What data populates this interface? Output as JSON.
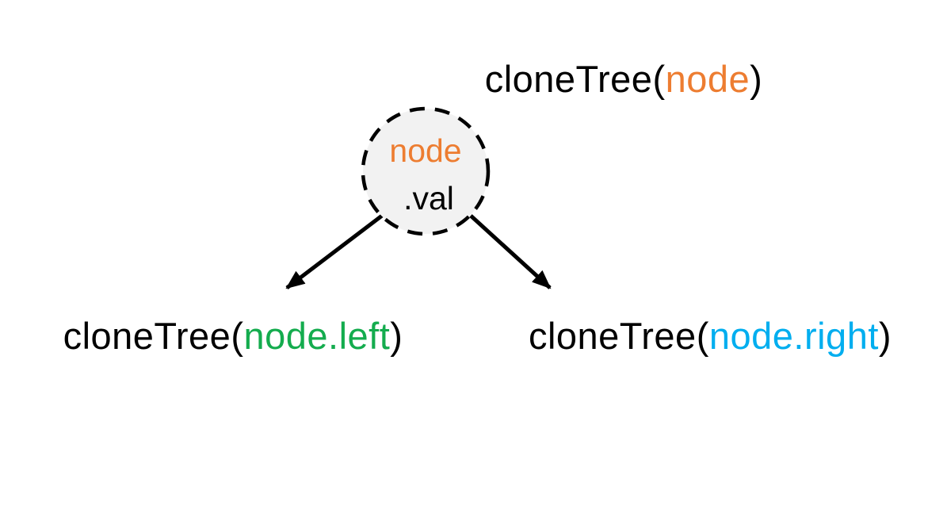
{
  "colors": {
    "black": "#000000",
    "orange": "#ED7D31",
    "green": "#14AC4E",
    "blue": "#00AEEF",
    "circle_fill": "#F2F2F2",
    "circle_stroke": "#000000",
    "background": "#FFFFFF"
  },
  "root_call": {
    "prefix": "cloneTree(",
    "arg": "node",
    "suffix": ")"
  },
  "node_circle": {
    "label": "node",
    "property": ".val"
  },
  "left_call": {
    "prefix": "cloneTree(",
    "arg": "node.left",
    "suffix": ")"
  },
  "right_call": {
    "prefix": "cloneTree(",
    "arg": "node.right",
    "suffix": ")"
  }
}
